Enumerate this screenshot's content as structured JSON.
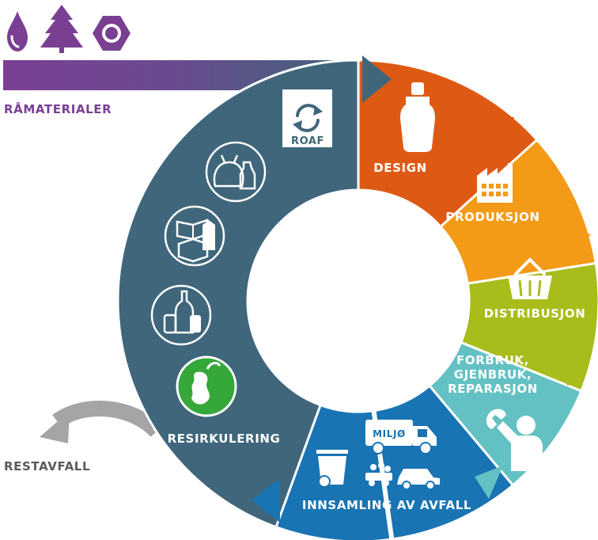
{
  "colors": {
    "raw_purple": "#6b3d8f",
    "recycling_slate": "#3f667b",
    "design_orange": "#de5a14",
    "production_amber": "#f39a16",
    "distribution_lime": "#a8bc1b",
    "consumption_teal": "#64c1c3",
    "collection_blue": "#1874b3",
    "residual_gray": "#a5a5a5",
    "green_badge": "#35a839"
  },
  "top_icons": [
    "water-drop-icon",
    "pine-tree-icon",
    "hex-nut-icon"
  ],
  "raw_materials": {
    "label": "RÅMATERIALER"
  },
  "roaf": {
    "label": "ROAF",
    "icon": "recycle-arrows-icon"
  },
  "residual": {
    "label": "RESTAVFALL"
  },
  "cycle": {
    "segments": [
      {
        "key": "design",
        "lines": [
          "DESIGN"
        ],
        "icon": "bottle-icon"
      },
      {
        "key": "production",
        "lines": [
          "PRODUKSJON"
        ],
        "icon": "factory-icon"
      },
      {
        "key": "distribution",
        "lines": [
          "DISTRIBUSJON"
        ],
        "icon": "shopping-basket-icon"
      },
      {
        "key": "consumption",
        "lines": [
          "FORBRUK,",
          "GJENBRUK,",
          "REPARASJON"
        ],
        "icon": "person-with-wrench-icon"
      },
      {
        "key": "collection",
        "lines": [
          "INNSAMLING AV AVFALL"
        ],
        "icon": "garbage-truck-icon"
      },
      {
        "key": "recycling",
        "lines": [
          "RESIRKULERING"
        ],
        "icon": "recycling-bins-icon"
      }
    ]
  },
  "truck": {
    "label": "MILJØ"
  },
  "recycling_circles": [
    {
      "icon": "plastic-bag-and-bottle-icon"
    },
    {
      "icon": "paper-and-carton-icon"
    },
    {
      "icon": "glass-and-metal-icon"
    },
    {
      "icon": "food-waste-apple-icon"
    }
  ]
}
